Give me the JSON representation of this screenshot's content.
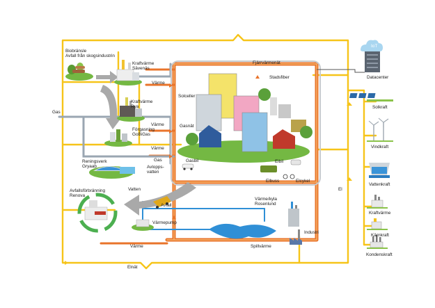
{
  "labels": {
    "biobransle": "Biobränsle",
    "avfall_skog": "Avfall från skogsindustrin",
    "kraftvarme_savenas_1": "Kraftvärme",
    "kraftvarme_savenas_2": "Sävenäs",
    "kraftvarme_rya_1": "Kraftvärme",
    "kraftvarme_rya_2": "Rya",
    "forgasning_1": "Förgasning",
    "forgasning_2": "GoBiGas",
    "varme_1": "Värme",
    "varme_2": "Värme",
    "varme_3": "Värme",
    "varme_4": "Värme",
    "gas_left": "Gas",
    "gas_mid": "Gas",
    "gasnat": "Gasnät",
    "gasbil": "Gasbil",
    "solceller": "Solceller",
    "fjarrvarmenat": "Fjärrvärmenät",
    "stadsfiber": "Stadsfiber",
    "iot": "IoT",
    "datacenter": "Datacenter",
    "solkraft": "Solkraft",
    "vindkraft": "Vindkraft",
    "vattenkraft": "Vattenkraft",
    "kraftvarme_right": "Kraftvärme",
    "karnkraft": "Kärnkraft",
    "kondenskraft": "Kondenskraft",
    "el_right": "El",
    "elbil": "Elbil",
    "elbuss": "Elbuss",
    "elcykel": "Elcykel",
    "reningsverk_1": "Reningsverk",
    "reningsverk_2": "Gryaab",
    "avloppsvatten_1": "Avlopps-",
    "avloppsvatten_2": "vatten",
    "avfallsforbranning_1": "Avfallsförbränning",
    "avfallsforbranning_2": "Renova",
    "vatten": "Vatten",
    "avfall": "Avfall",
    "varmepump": "Värmepump",
    "varme_kyla_1": "Värme/kyla",
    "varme_kyla_2": "Rosenlund",
    "industri": "Industri",
    "spillvarme": "Spillvärme",
    "elnat": "Elnät"
  },
  "colors": {
    "electricity": "#f6c419",
    "district_heat": "#e9742b",
    "gas": "#9aa6b2",
    "water": "#2f8fd6",
    "grass": "#74b843",
    "arrow_grey": "#a9a9a9"
  }
}
